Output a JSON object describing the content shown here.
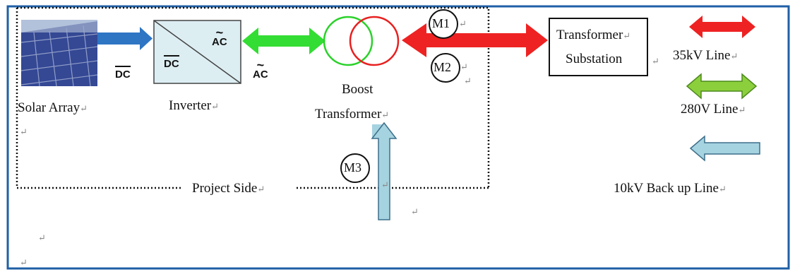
{
  "labels": {
    "solar_array": "Solar Array",
    "inverter": "Inverter",
    "boost_line1": "Boost",
    "boost_line2": "Transformer",
    "substation_line1": "Transformer",
    "substation_line2": "Substation",
    "project_side": "Project Side"
  },
  "signals": {
    "dc": "DC",
    "ac": "AC",
    "ac_symbol": "~"
  },
  "meters": [
    "M1",
    "M2",
    "M3"
  ],
  "legend": [
    {
      "label": "35kV Line",
      "color": "#ee2222",
      "style": "double"
    },
    {
      "label": "280V Line",
      "color": "#8ccf3c",
      "style": "double"
    },
    {
      "label": "10kV Back up Line",
      "color": "#a6d3e0",
      "style": "left"
    }
  ],
  "colors": {
    "frame": "#1f5fa5",
    "dc_arrow": "#2e75c4",
    "ac_arrow": "#33dd33",
    "line_35kv": "#ee2222",
    "backup_arrow": "#a6d3e0",
    "transformer_green": "#2bd12b",
    "transformer_red": "#e82020"
  },
  "paragraph_mark": "↵"
}
